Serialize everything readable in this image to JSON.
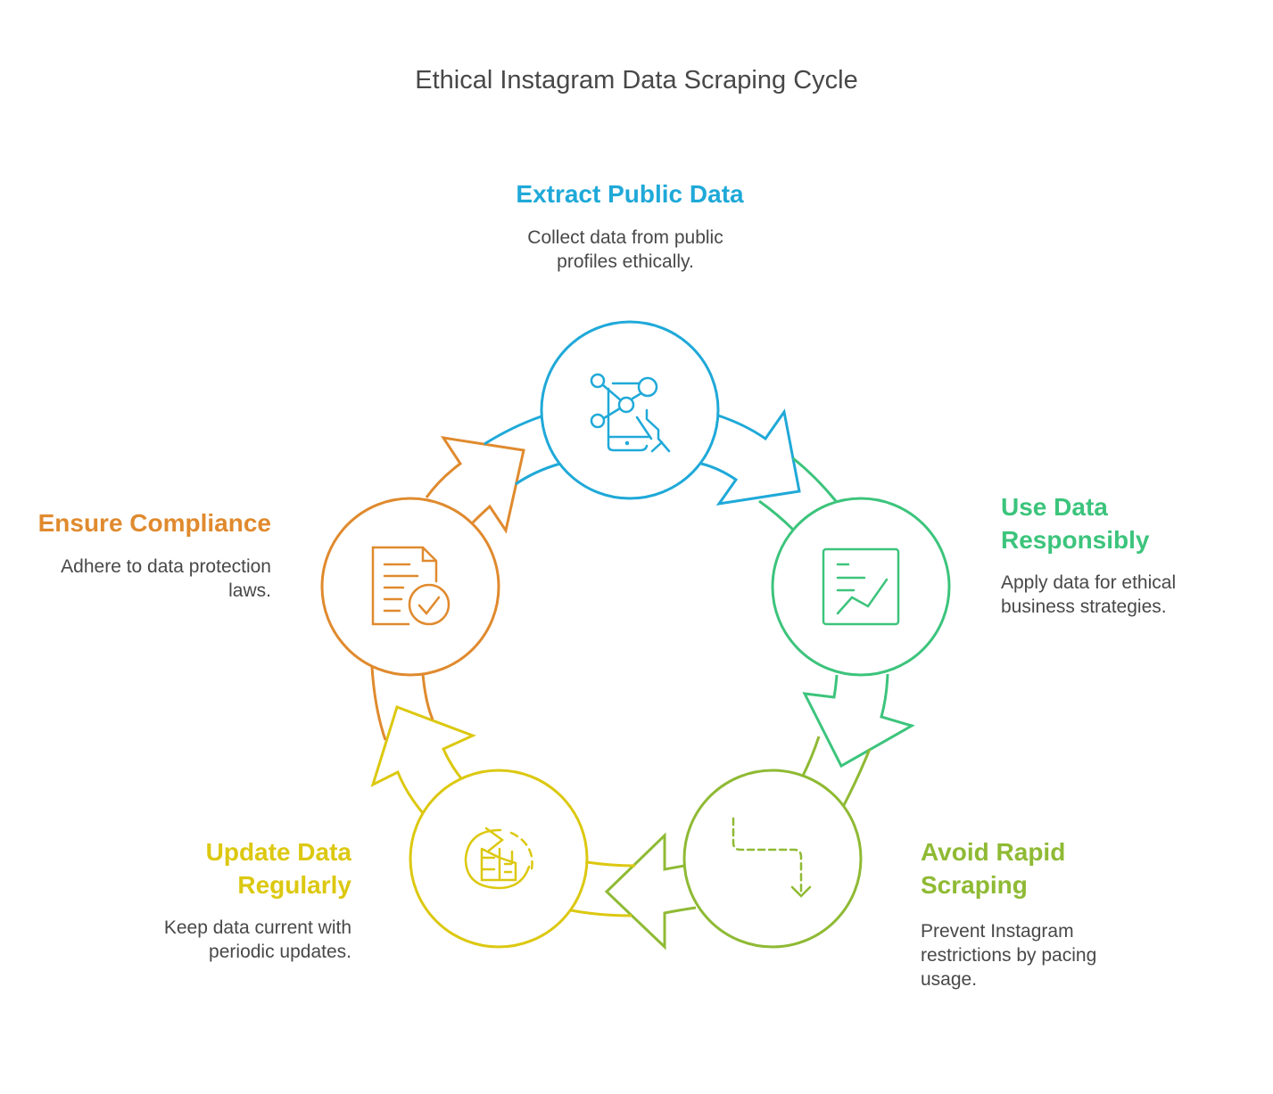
{
  "title": "Ethical Instagram Data Scraping Cycle",
  "steps": [
    {
      "heading": "Extract Public Data",
      "description": "Collect data from public profiles ethically.",
      "icon": "mobile-network-icon",
      "color": "#1fa9d8"
    },
    {
      "heading": "Use Data Responsibly",
      "description": "Apply data for ethical business strategies.",
      "icon": "chart-board-icon",
      "color": "#3cc47c"
    },
    {
      "heading": "Avoid Rapid Scraping",
      "description": "Prevent Instagram restrictions by pacing usage.",
      "icon": "dashed-path-arrow-icon",
      "color": "#8fba34"
    },
    {
      "heading": "Update Data Regularly",
      "description": "Keep data current with periodic updates.",
      "icon": "refresh-building-icon",
      "color": "#dcc810"
    },
    {
      "heading": "Ensure Compliance",
      "description": "Adhere to data protection laws.",
      "icon": "document-check-icon",
      "color": "#e08a2e"
    }
  ]
}
